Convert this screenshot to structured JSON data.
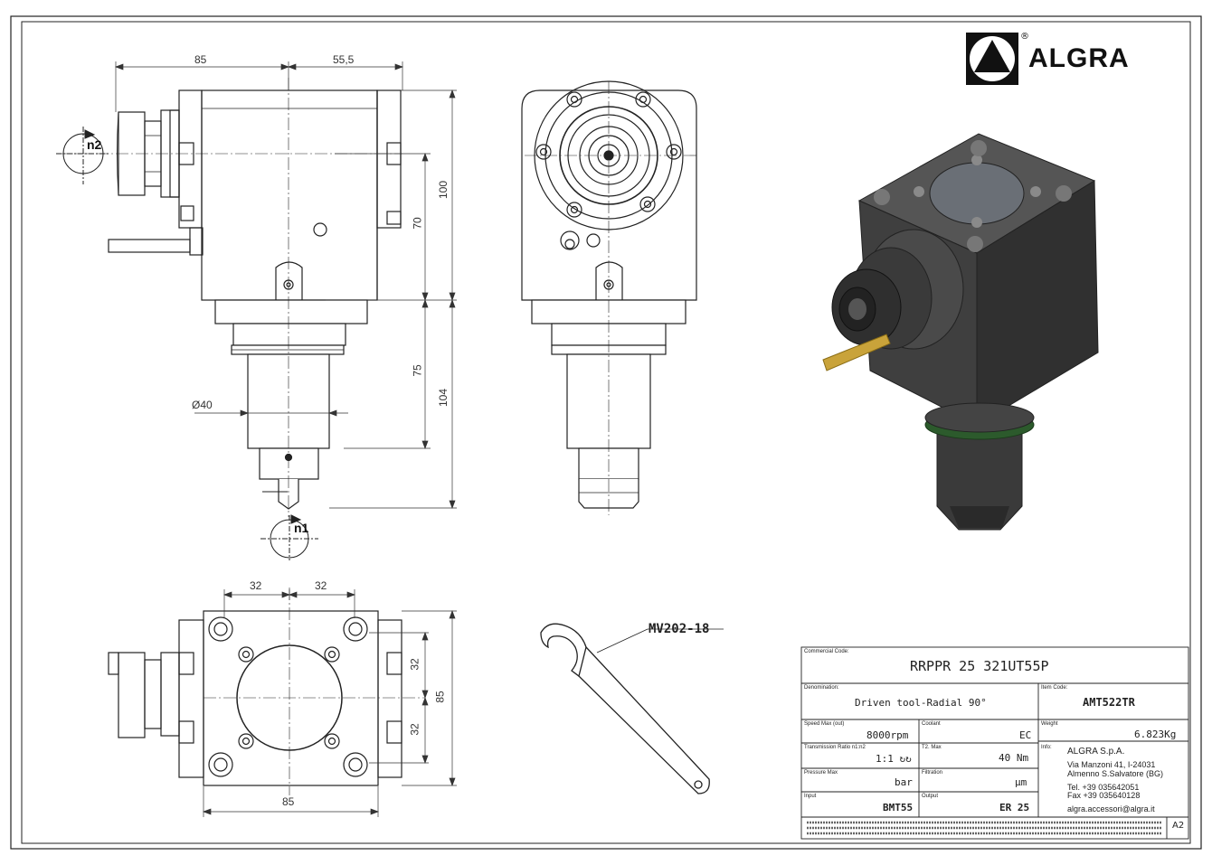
{
  "brand": {
    "name": "ALGRA",
    "registered_mark": "®"
  },
  "dimensions": {
    "side_view": {
      "width_left": "85",
      "width_right": "55,5",
      "height_total": "100",
      "height_center": "70",
      "shank_length": "75",
      "shank_total": "104",
      "diameter": "Ø40"
    },
    "bottom_view": {
      "spacing_left": "32",
      "spacing_right": "32",
      "spacing_vertical_top": "32",
      "spacing_vertical_bottom": "32",
      "height": "85",
      "width": "85"
    }
  },
  "rotation_labels": {
    "output": "n2",
    "input": "n1"
  },
  "wrench": {
    "code": "MV202-18"
  },
  "title_block": {
    "commercial_code_label": "Commercial Code:",
    "commercial_code": "RRPPR 25 321UT55P",
    "denomination_label": "Denomination:",
    "denomination": "Driven tool-Radial 90°",
    "item_code_label": "Item Code:",
    "item_code": "AMT522TR",
    "speed_label": "Speed Max (out)",
    "speed": "8000rpm",
    "coolant_label": "Coolant",
    "coolant": "EC",
    "weight_label": "Weight",
    "weight": "6.823Kg",
    "ratio_label": "Transmission Ratio n1:n2",
    "ratio": "1:1 ↻↻",
    "torque_label": "T2. Max",
    "torque": "40 Nm",
    "info_label": "Info:",
    "pressure_label": "Pressure Max",
    "pressure": "bar",
    "filtration_label": "Filtration",
    "filtration": "µm",
    "input_label": "Input",
    "input": "BMT55",
    "output_label": "Output",
    "output": "ER 25",
    "company": {
      "name": "ALGRA S.p.A.",
      "address1": "Via Manzoni 41, I-24031",
      "address2": "Almenno S.Salvatore (BG)",
      "tel": "Tel. +39 035642051",
      "fax": "Fax +39 035640128",
      "email": "algra.accessori@algra.it"
    },
    "sheet_size": "A2"
  }
}
